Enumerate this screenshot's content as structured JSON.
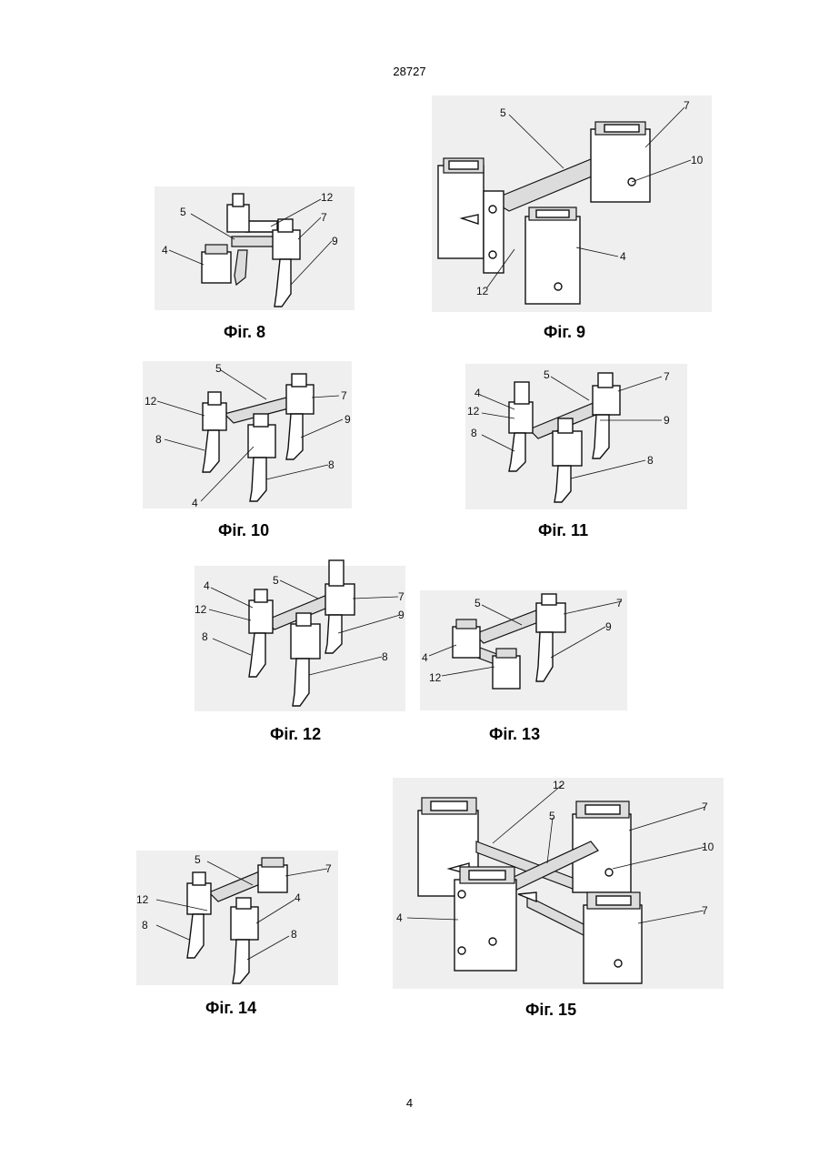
{
  "header": {
    "page_code": "28727"
  },
  "footer": {
    "page_number": "4"
  },
  "figures": [
    {
      "id": "fig8",
      "caption": "Фіг. 8",
      "labels": [
        "5",
        "12",
        "7",
        "9",
        "4"
      ]
    },
    {
      "id": "fig9",
      "caption": "Фіг. 9",
      "labels": [
        "5",
        "7",
        "10",
        "4",
        "12"
      ]
    },
    {
      "id": "fig10",
      "caption": "Фіг. 10",
      "labels": [
        "5",
        "12",
        "7",
        "9",
        "8",
        "8",
        "4"
      ]
    },
    {
      "id": "fig11",
      "caption": "Фіг. 11",
      "labels": [
        "4",
        "5",
        "7",
        "12",
        "9",
        "8",
        "8"
      ]
    },
    {
      "id": "fig12",
      "caption": "Фіг. 12",
      "labels": [
        "4",
        "5",
        "7",
        "12",
        "9",
        "8",
        "8"
      ]
    },
    {
      "id": "fig13",
      "caption": "Фіг. 13",
      "labels": [
        "5",
        "7",
        "9",
        "4",
        "12"
      ]
    },
    {
      "id": "fig14",
      "caption": "Фіг. 14",
      "labels": [
        "5",
        "7",
        "12",
        "4",
        "8",
        "8"
      ]
    },
    {
      "id": "fig15",
      "caption": "Фіг. 15",
      "labels": [
        "12",
        "5",
        "7",
        "10",
        "4",
        "7"
      ]
    }
  ]
}
